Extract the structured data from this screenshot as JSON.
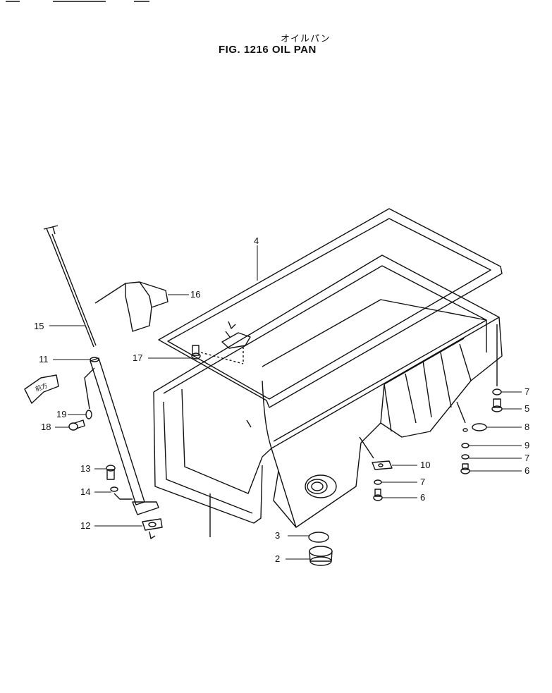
{
  "title": {
    "japanese": "オイルパン",
    "english": "FIG. 1216  OIL PAN"
  },
  "direction_marker": "前方",
  "callouts": [
    {
      "id": "c4",
      "label": "4"
    },
    {
      "id": "c16",
      "label": "16"
    },
    {
      "id": "c15",
      "label": "15"
    },
    {
      "id": "c11",
      "label": "11"
    },
    {
      "id": "c17",
      "label": "17"
    },
    {
      "id": "c19",
      "label": "19"
    },
    {
      "id": "c18",
      "label": "18"
    },
    {
      "id": "c13",
      "label": "13"
    },
    {
      "id": "c14",
      "label": "14"
    },
    {
      "id": "c12",
      "label": "12"
    },
    {
      "id": "c7a",
      "label": "7"
    },
    {
      "id": "c5",
      "label": "5"
    },
    {
      "id": "c8",
      "label": "8"
    },
    {
      "id": "c9",
      "label": "9"
    },
    {
      "id": "c7b",
      "label": "7"
    },
    {
      "id": "c6a",
      "label": "6"
    },
    {
      "id": "c10",
      "label": "10"
    },
    {
      "id": "c7c",
      "label": "7"
    },
    {
      "id": "c6b",
      "label": "6"
    },
    {
      "id": "c3",
      "label": "3"
    },
    {
      "id": "c2",
      "label": "2"
    }
  ]
}
